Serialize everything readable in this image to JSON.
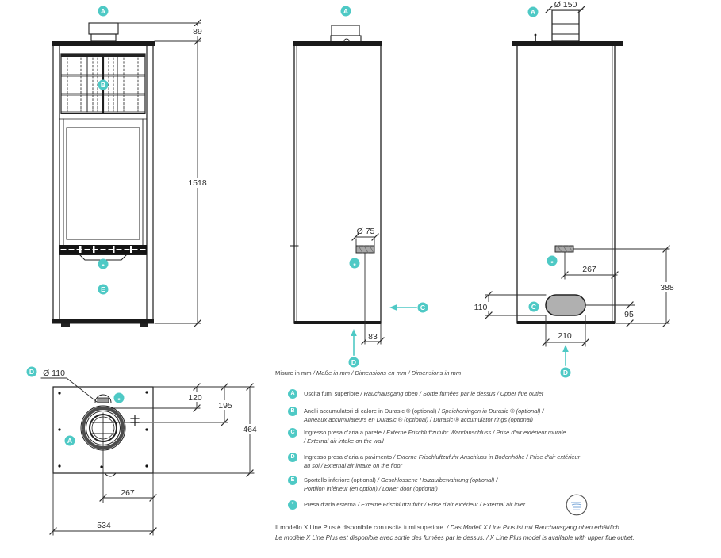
{
  "palette": {
    "accent": "#4ec9c5",
    "ink": "#1f1f1f",
    "gray_fill": "#b0b0b0"
  },
  "units_header": {
    "roman": "Misure in mm",
    "italic": " / Maße in mm / Dimensions en mm / Dimensions in mm"
  },
  "markers": {
    "a": "A",
    "b": "B",
    "c": "C",
    "d": "D",
    "e": "E",
    "star": "*"
  },
  "dims": {
    "front_flue_h": "89",
    "front_total_h": "1518",
    "side_air_dia": "Ø 75",
    "side_air_back": "83",
    "rear_flue_dia": "Ø 150",
    "rear_air_x": "267",
    "rear_air_h": "388",
    "rear_oval_h": "110",
    "rear_oval_b": "95",
    "rear_oval_w": "210",
    "top_flue_dia": "Ø 110",
    "top_air_y": "120",
    "top_flue_y": "195",
    "top_depth": "464",
    "top_flue_x": "267",
    "top_width": "534"
  },
  "legend": {
    "items": [
      {
        "id": "A",
        "roman": "Uscita fumi superiore",
        "italic": " / Rauchausgang oben  / Sortie fumées par le dessus / Upper flue outlet",
        "line2": ""
      },
      {
        "id": "B",
        "roman": "Anelli accumulatori di calore in Durasic ® (optional)",
        "italic": " / Speicherringen in Durasic ® (optional) /",
        "line2": "Anneaux accumulateurs en Durasic ® (optional)  / Durasic ®  accumulator rings (optional)"
      },
      {
        "id": "C",
        "roman": "Ingresso presa d'aria a parete",
        "italic": " / Externe Frischluftzufuhr Wandanschluss / Prise d'air extérieur murale",
        "line2": " / External air intake on the wall"
      },
      {
        "id": "D",
        "roman": "Ingresso presa d'aria a pavimento",
        "italic": " / Externe Frischluftzufuhr Anschluss in Bodenhöhe / Prise d'air extérieur",
        "line2": "au sol  / External air intake on the floor"
      },
      {
        "id": "E",
        "roman": "Sportello inferiore (optional)",
        "italic": " / Geschlossene Holzaufbewahrung (optional) /",
        "line2": "Portillon inférieur (en option) / Lower door (optional)"
      },
      {
        "id": "*",
        "roman": "Presa d'aria esterna",
        "italic": " / Externe Frischluftzufuhr / Prise d'air extérieur / External air inlet",
        "line2": ""
      }
    ]
  },
  "note": {
    "line1_roman": "Il modello X Line Plus è disponibile con uscita fumi superiore.",
    "line1_italic": " / Das Modell X Line Plus ist mit Rauchausgang oben erhältlich.",
    "line2_italic": "Le modèle X Line Plus est disponible avec sortie des fumées par le dessus. / X Line Plus model is available with upper flue outlet."
  }
}
